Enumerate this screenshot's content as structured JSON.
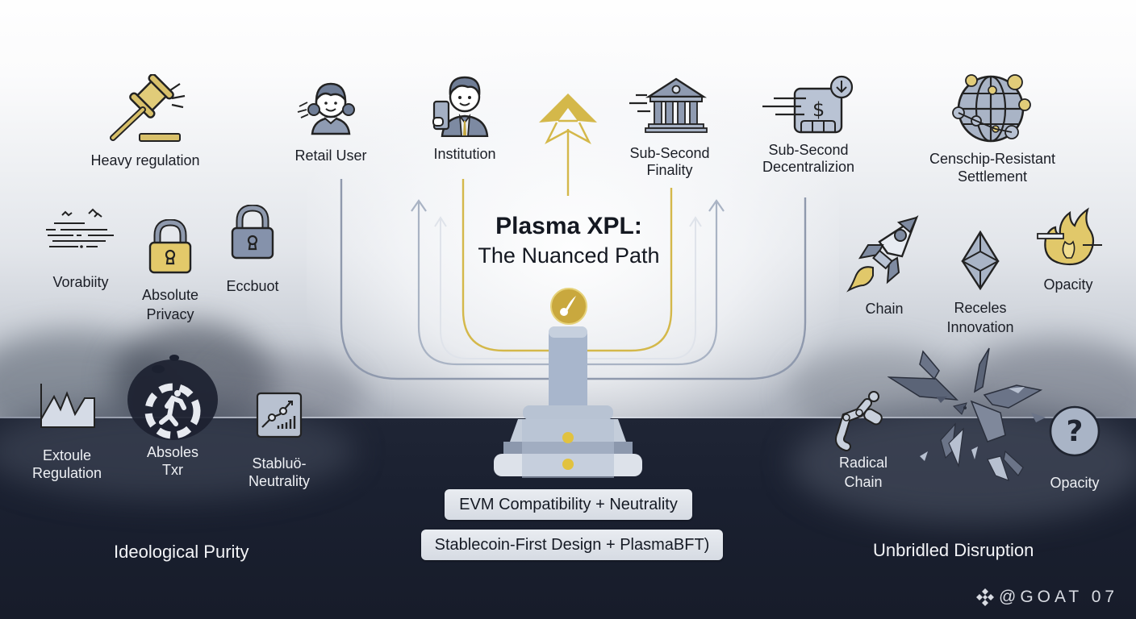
{
  "center": {
    "title": "Plasma XPL:",
    "subtitle": "The Nuanced Path",
    "pillars": [
      "EVM Compatibility + Neutrality",
      "Stablecoin-First Design + PlasmaBFT)"
    ]
  },
  "top_row": [
    {
      "label": "Heavy regulation",
      "icon": "gavel-icon"
    },
    {
      "label": "Retail User",
      "icon": "retail-user-icon"
    },
    {
      "label": "Institution",
      "icon": "institution-user-icon"
    },
    {
      "label": "Sub-Second\nFinality",
      "icon": "bank-icon"
    },
    {
      "label": "Sub-Second\nDecentralizion",
      "icon": "payment-terminal-icon"
    },
    {
      "label": "Censchip-Resistant\nSettlement",
      "icon": "globe-network-icon"
    }
  ],
  "left": {
    "section_title": "Ideological Purity",
    "upper_items": [
      {
        "label": "Vorabiity",
        "icon": "wind-lines-icon"
      },
      {
        "label": "Absolute\nPrivacy",
        "icon": "padlock-gold-icon"
      },
      {
        "label": "Eccbuot",
        "icon": "padlock-grey-icon"
      }
    ],
    "lower_items": [
      {
        "label": "Extoule\nRegulation",
        "icon": "mountain-chart-icon"
      },
      {
        "label": "Absoles\nTxr",
        "icon": "broken-circle-figure-icon"
      },
      {
        "label": "Stabluö-\nNeutrality",
        "icon": "trend-chart-icon"
      }
    ]
  },
  "right": {
    "section_title": "Unbridled Disruption",
    "upper_items": [
      {
        "label": "Chain",
        "icon": "rocket-icon"
      },
      {
        "label": "Receles\nInnovation",
        "icon": "ethereum-diamond-icon"
      },
      {
        "label": "Opacity",
        "icon": "fire-icon"
      }
    ],
    "lower_items": [
      {
        "label": "Radical\nChain",
        "icon": "robotic-arm-icon"
      },
      {
        "label": "",
        "icon": "shattered-glass-icon"
      },
      {
        "label": "Opacity",
        "icon": "question-mark-icon"
      }
    ]
  },
  "watermark": {
    "text": "@GOAT 07",
    "icon": "binance-logo-icon"
  },
  "colors": {
    "gold": "#d8b94a",
    "gold_line": "#d4b84a",
    "slate": "#8e9ab0",
    "slate_light": "#bfc7d6",
    "navy": "#1a2030",
    "ink": "#1b1e26"
  }
}
